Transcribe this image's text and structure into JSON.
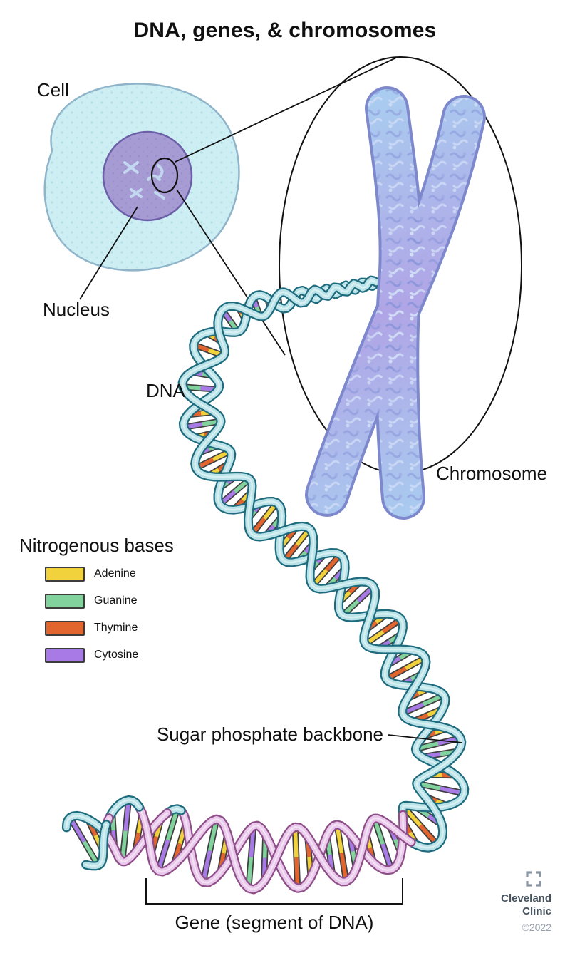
{
  "title": "DNA, genes, & chromosomes",
  "labels": {
    "cell": "Cell",
    "nucleus": "Nucleus",
    "dna": "DNA",
    "chromosome": "Chromosome",
    "sugar_backbone": "Sugar phosphate backbone",
    "gene": "Gene (segment of DNA)"
  },
  "legend": {
    "title": "Nitrogenous bases",
    "items": [
      {
        "label": "Adenine",
        "color": "#f2d23c"
      },
      {
        "label": "Guanine",
        "color": "#82d29e"
      },
      {
        "label": "Thymine",
        "color": "#e2642f"
      },
      {
        "label": "Cytosine",
        "color": "#a87ae6"
      }
    ]
  },
  "branding": {
    "line1": "Cleveland",
    "line2": "Clinic",
    "copyright": "©2022"
  },
  "colors": {
    "strand_teal_light": "#b9e3e8",
    "strand_teal_dark": "#1f6b7e",
    "strand_pink_light": "#eac8ec",
    "strand_pink_dark": "#8e4f88",
    "rung_outline": "#3f3f3f",
    "cell_fill": "#cdeef3",
    "cell_edge": "#8fb4c9",
    "nucleus_fill": "#a79bd3",
    "nucleus_edge": "#6b5fa8",
    "chromosome_light": "#a9cdf0",
    "chromosome_mid": "#b0a5e6",
    "chromosome_edge": "#7d89cc",
    "line": "#111111"
  }
}
